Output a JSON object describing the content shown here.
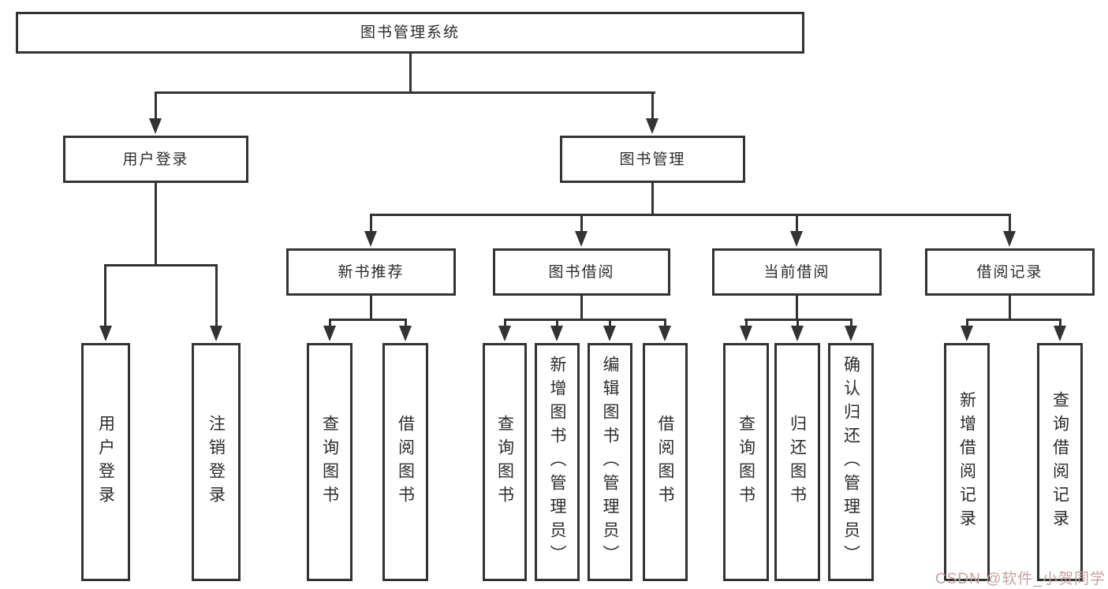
{
  "diagram": {
    "type": "tree",
    "title": "图书管理系统",
    "colors": {
      "background": "#ffffff",
      "line": "#333333",
      "box_border": "#333333",
      "box_fill": "#ffffff",
      "text": "#2b2b2b",
      "watermark": "#c2a2a2"
    },
    "watermark": "CSDN @软件_小贺同学",
    "nodes": {
      "root": {
        "label": "图书管理系统",
        "children": [
          "user_login",
          "book_mgmt"
        ]
      },
      "user_login": {
        "label": "用户登录",
        "children": [
          "ul_login",
          "ul_logout"
        ]
      },
      "book_mgmt": {
        "label": "图书管理",
        "children": [
          "new_book_rec",
          "book_borrow",
          "current_borrow",
          "borrow_record"
        ]
      },
      "new_book_rec": {
        "label": "新书推荐",
        "children": [
          "nb_query",
          "nb_borrow"
        ]
      },
      "book_borrow": {
        "label": "图书借阅",
        "children": [
          "bb_query",
          "bb_add",
          "bb_edit",
          "bb_borrow"
        ]
      },
      "current_borrow": {
        "label": "当前借阅",
        "children": [
          "cb_query",
          "cb_return",
          "cb_confirm"
        ]
      },
      "borrow_record": {
        "label": "借阅记录",
        "children": [
          "br_add",
          "br_query"
        ]
      },
      "ul_login": {
        "label": "用户登录"
      },
      "ul_logout": {
        "label": "注销登录"
      },
      "nb_query": {
        "label": "查询图书"
      },
      "nb_borrow": {
        "label": "借阅图书"
      },
      "bb_query": {
        "label": "查询图书"
      },
      "bb_add": {
        "label": "新增图书（管理员）"
      },
      "bb_edit": {
        "label": "编辑图书（管理员）"
      },
      "bb_borrow": {
        "label": "借阅图书"
      },
      "cb_query": {
        "label": "查询图书"
      },
      "cb_return": {
        "label": "归还图书"
      },
      "cb_confirm": {
        "label": "确认归还（管理员）"
      },
      "br_add": {
        "label": "新增借阅记录"
      },
      "br_query": {
        "label": "查询借阅记录"
      }
    }
  }
}
